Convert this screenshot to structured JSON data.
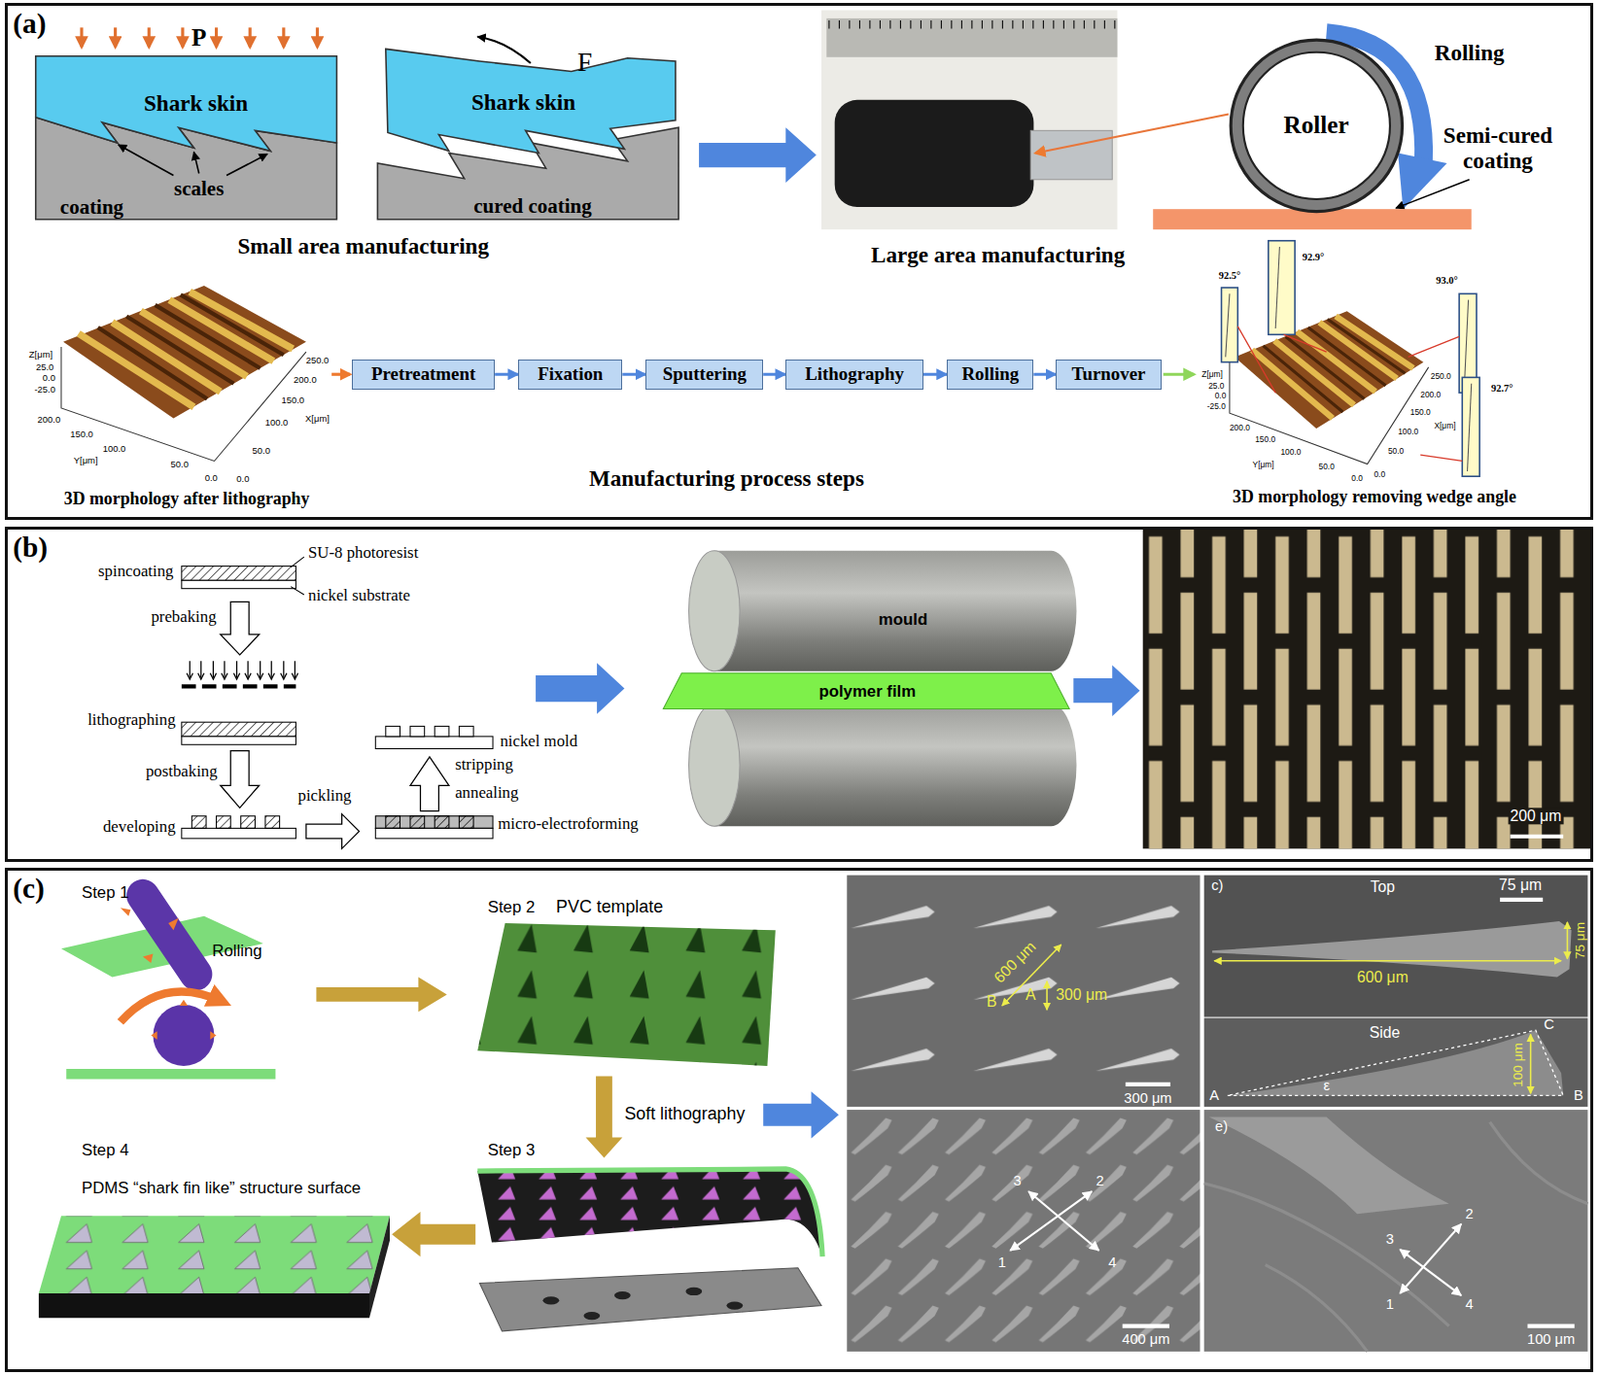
{
  "diagram": {
    "nodes": [
      {
        "text": [
          "(a)"
        ]
      },
      {
        "text": [
          "Roller"
        ],
        "in": 0
      },
      {
        "text": [
          "Pretreatment"
        ],
        "in": 0
      },
      {
        "text": [
          "Fixation"
        ],
        "in": 0
      },
      {
        "text": [
          "Sputtering"
        ],
        "in": 0
      },
      {
        "text": [
          "Lithography"
        ],
        "in": 0
      },
      {
        "text": [
          "Rolling"
        ],
        "in": 0
      },
      {
        "text": [
          "Turnover"
        ],
        "in": 0
      },
      {
        "text": [
          "(b)"
        ]
      },
      {
        "text": [
          "(c)"
        ]
      }
    ],
    "edges": [
      {
        "from": 2,
        "to": 3,
        "arrow": "to"
      },
      {
        "from": 3,
        "to": 4,
        "arrow": "to"
      },
      {
        "from": 4,
        "to": 5,
        "arrow": "to"
      },
      {
        "from": 5,
        "to": 6,
        "arrow": "to"
      },
      {
        "from": 6,
        "to": 7,
        "arrow": "to"
      }
    ],
    "labels": [
      "P",
      "F",
      "Shark skin",
      "scales",
      "coating",
      "Shark skin",
      "cured coating",
      "Small area manufacturing",
      "Large area manufacturing",
      "Rolling",
      "Semi-cured coating",
      "Z[μm]",
      "25.0",
      "0.0",
      "-25.0",
      "250.0",
      "200.0",
      "150.0",
      "X[μm]",
      "100.0",
      "50.0",
      "0.0",
      "200.0",
      "150.0",
      "100.0",
      "Y[μm]",
      "50.0",
      "0.0",
      "3D morphology after lithography",
      "Manufacturing process steps",
      "92.5°",
      "92.9°",
      "93.0°",
      "92.7°",
      "Z[μm]",
      "25.0",
      "0.0",
      "-25.0",
      "250.0",
      "200.0",
      "150.0",
      "X[μm]",
      "100.0",
      "50.0",
      "0.0",
      "200.0",
      "150.0",
      "100.0",
      "Y[μm]",
      "50.0",
      "0.0",
      "3D morphology removing wedge angle",
      "spincoating",
      "SU-8 photoresist",
      "nickel substrate",
      "prebaking",
      "lithographing",
      "postbaking",
      "developing",
      "pickling",
      "nickel mold",
      "stripping",
      "annealing",
      "micro-electroforming",
      "mould",
      "polymer film",
      "200 μm",
      "Step 1",
      "Rolling",
      "Step 2",
      "PVC template",
      "Soft lithography",
      "Step 3",
      "Step 4",
      "PDMS “shark fin like” structure surface",
      "600 μm",
      "B",
      "A",
      "300 μm",
      "300 μm",
      "c)",
      "Top",
      "75 μm",
      "75 μm",
      "600 μm",
      "Side",
      "C",
      "100 μm",
      "A",
      "ε",
      "B",
      "3",
      "2",
      "1",
      "4",
      "400 μm",
      "e)",
      "3",
      "2",
      "1",
      "4",
      "100 μm"
    ]
  }
}
